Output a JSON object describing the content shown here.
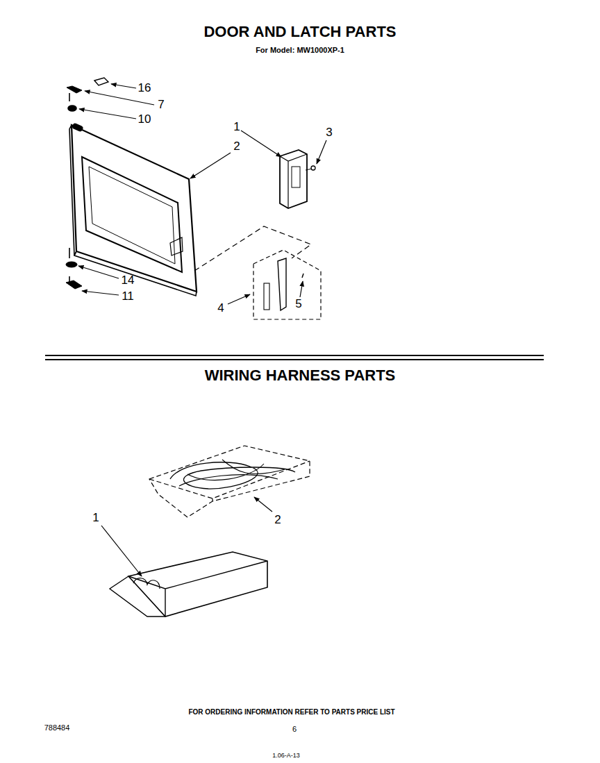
{
  "diagram": {
    "title": "DOOR AND LATCH PARTS",
    "labels": [
      "For Model: MW1000XP-1",
      "16",
      "7",
      "10",
      "1",
      "3",
      "2",
      "14",
      "11",
      "4",
      "5",
      "WIRING HARNESS PARTS",
      "2",
      "1",
      "FOR ORDERING INFORMATION REFER TO PARTS PRICE LIST",
      "788484",
      "6",
      "1.06-A-13"
    ]
  }
}
